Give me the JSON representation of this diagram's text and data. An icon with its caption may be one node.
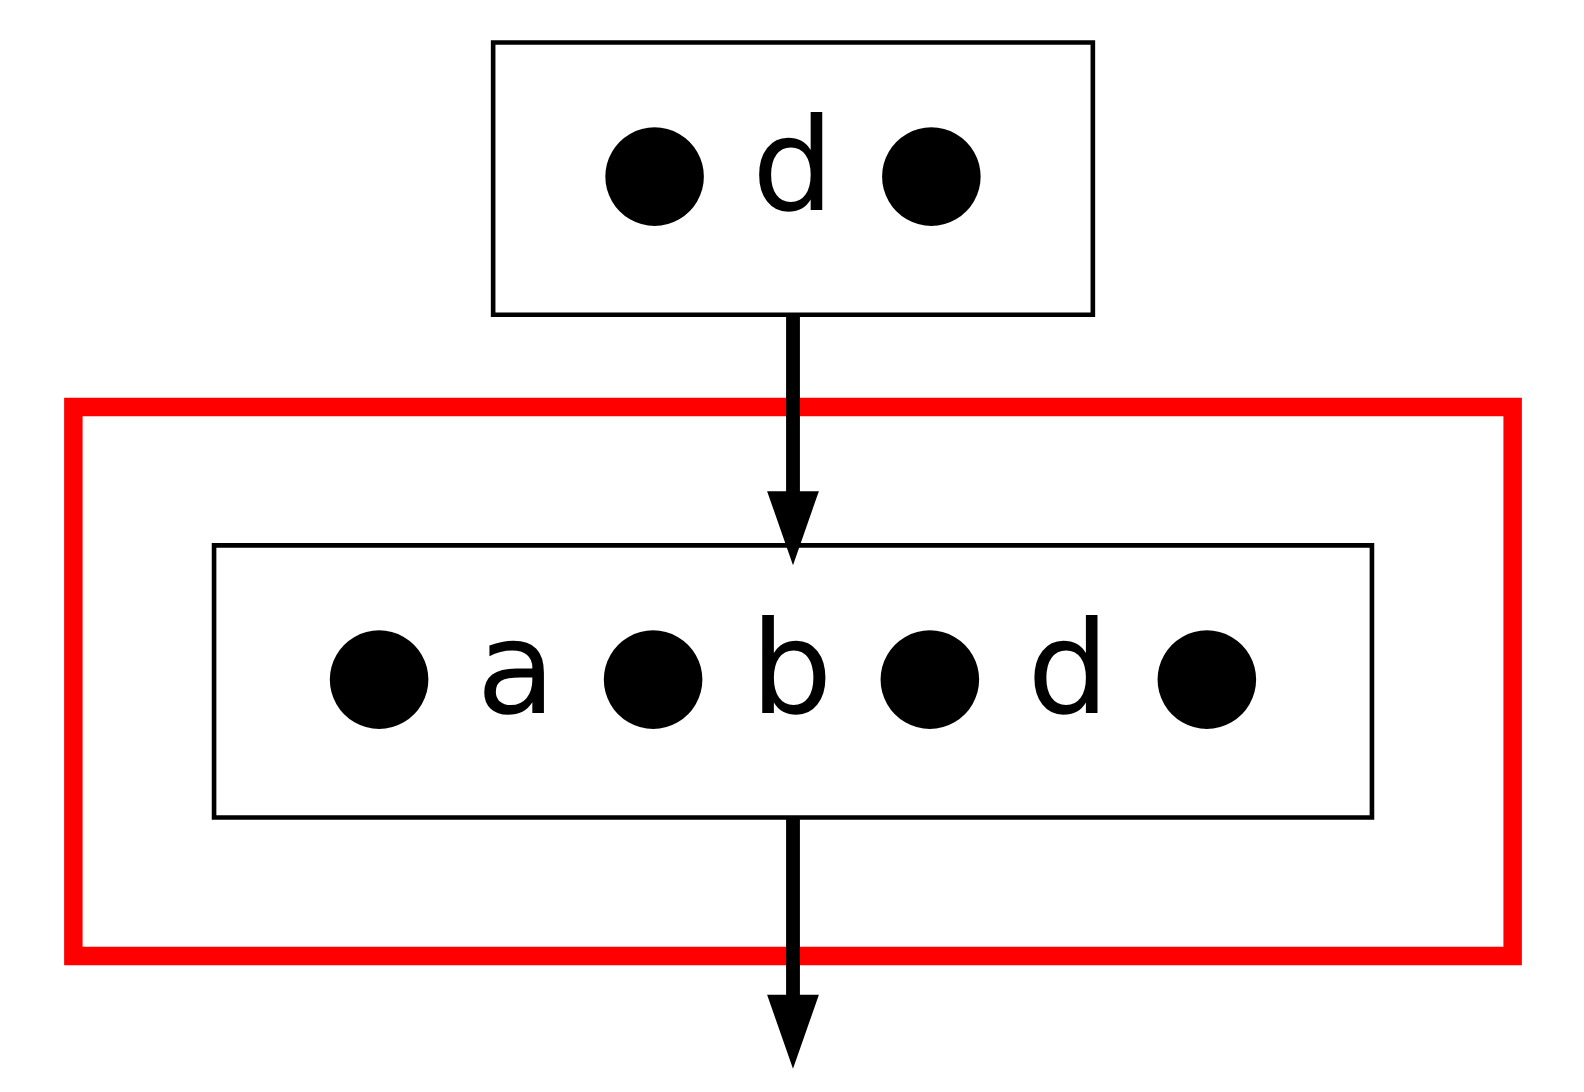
{
  "diagram": {
    "nodes": [
      {
        "text": [
          "● d ●"
        ]
      },
      {
        "text": [],
        "shape": "box"
      },
      {
        "text": [
          "● a ● b ● d ●"
        ],
        "in": 1
      }
    ],
    "edges": [
      {
        "from": 0,
        "to": 2,
        "arrow": "to"
      },
      {
        "from": 2,
        "to": null,
        "arrow": "to"
      }
    ]
  }
}
